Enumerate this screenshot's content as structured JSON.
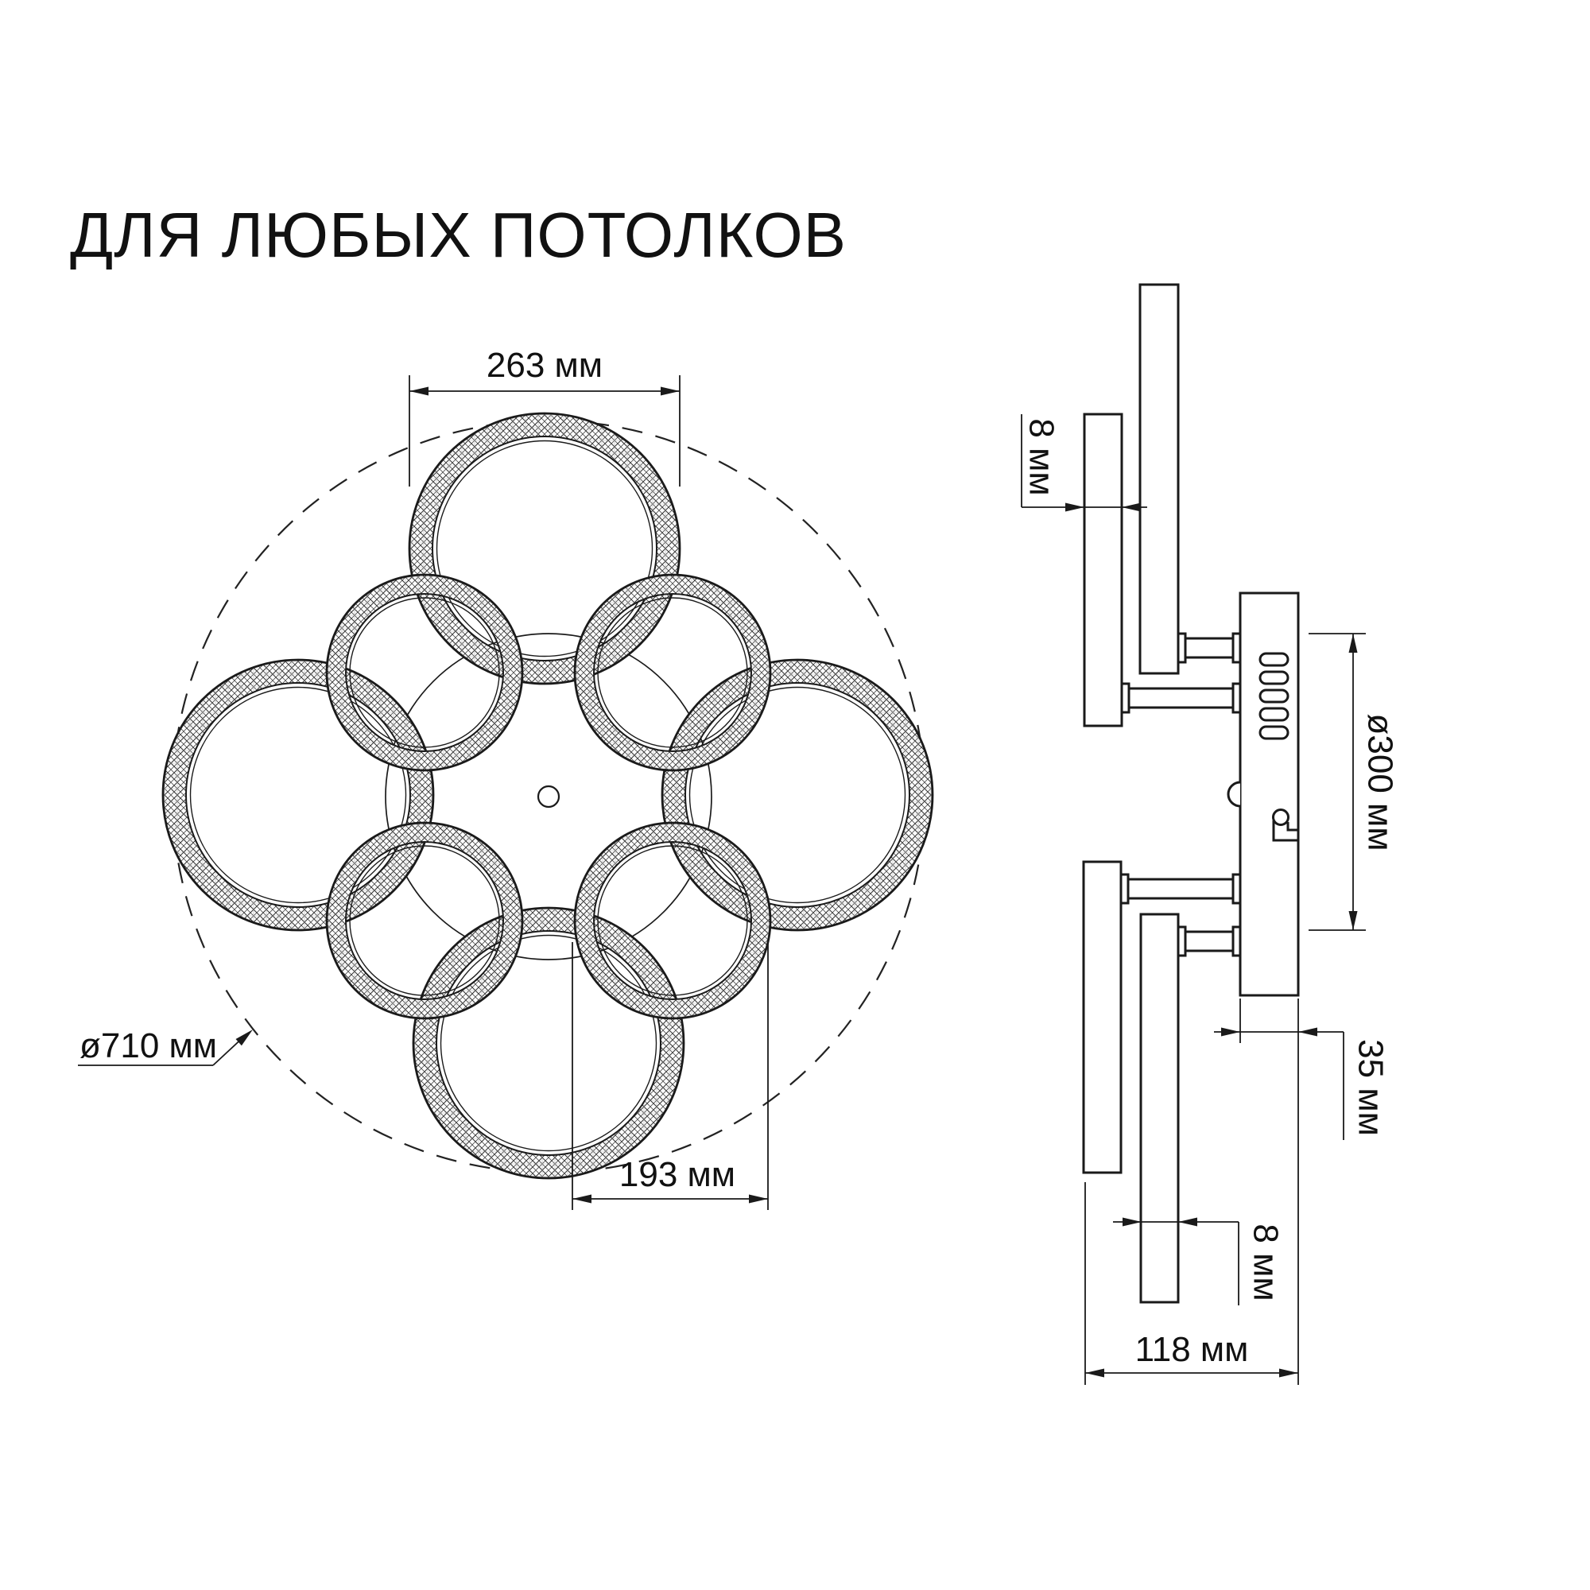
{
  "page": {
    "title": "ДЛЯ ЛЮБЫХ ПОТОЛКОВ"
  },
  "colors": {
    "background": "#ffffff",
    "line": "#1a1a1a"
  },
  "top_view": {
    "dim_large_ring_outer": "263 мм",
    "dim_overall_diameter": "ø710 мм",
    "dim_small_ring": "193 мм"
  },
  "side_view": {
    "dim_ring_depth_top": "8 мм",
    "dim_base_diameter": "ø300 мм",
    "dim_base_depth": "35 мм",
    "dim_ring_depth_bottom": "8 мм",
    "dim_total_depth": "118 мм"
  }
}
